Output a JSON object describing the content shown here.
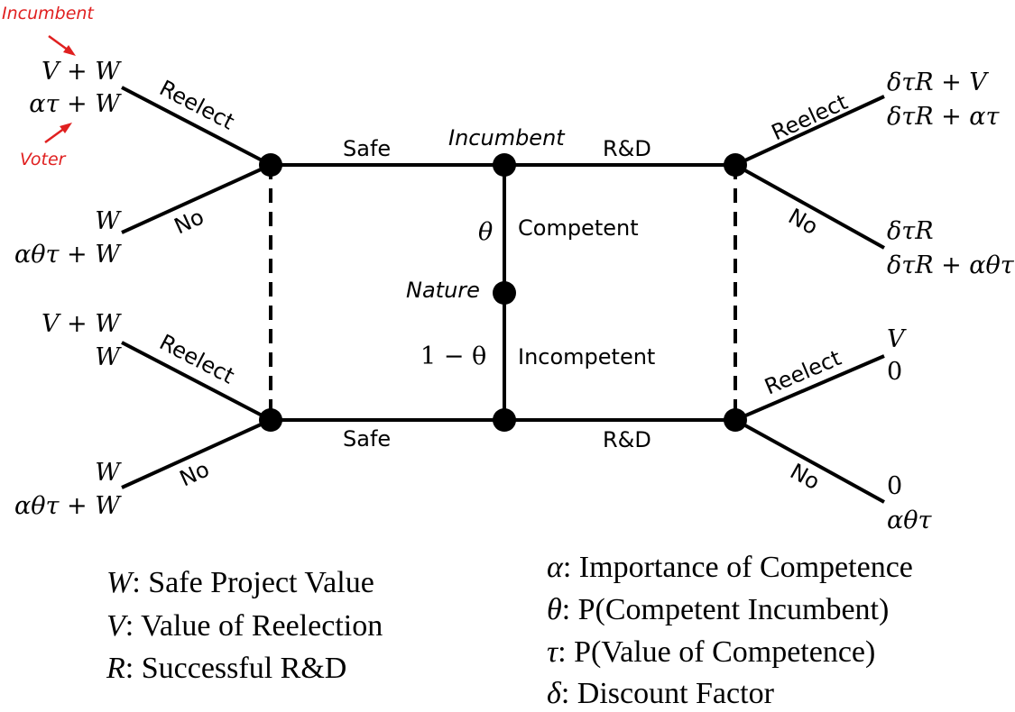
{
  "annotations": {
    "incumbent_note": "Incumbent",
    "voter_note": "Voter",
    "colors": {
      "annotation": "#e02020",
      "lines": "#000000"
    }
  },
  "nodes": {
    "incumbent": "Incumbent",
    "nature": "Nature"
  },
  "edges": {
    "safe_top": "Safe",
    "rd_top": "R&D",
    "safe_bottom": "Safe",
    "reelect_tl": "Reelect",
    "no_tl": "No",
    "reelect_bl": "Reelect",
    "no_bl": "No",
    "reelect_tr": "Reelect",
    "no_tr": "No",
    "reelect_br": "Reelect",
    "no_br": "No",
    "rd_bottom": "R&D",
    "competent": "Competent",
    "incompetent": "Incompetent",
    "theta": "θ",
    "one_minus_theta": "1 − θ"
  },
  "payoffs": {
    "tl_reelect_1": "V + W",
    "tl_reelect_2": "ατ + W",
    "tl_no_1": "W",
    "tl_no_2": "αθτ + W",
    "bl_reelect_1": "V + W",
    "bl_reelect_2": "W",
    "bl_no_1": "W",
    "bl_no_2": "αθτ + W",
    "tr_reelect_1": "δτR + V",
    "tr_reelect_2": "δτR + ατ",
    "tr_no_1": "δτR",
    "tr_no_2": "δτR + αθτ",
    "br_reelect_1": "V",
    "br_reelect_2": "0",
    "br_no_1": "0",
    "br_no_2": "αθτ"
  },
  "legend_left": [
    {
      "symbol": "W",
      "text": ": Safe Project Value"
    },
    {
      "symbol": "V",
      "text": ": Value of Reelection"
    },
    {
      "symbol": "R",
      "text": ": Successful R&D"
    }
  ],
  "legend_right": [
    {
      "symbol": "α",
      "text": ": Importance of Competence"
    },
    {
      "symbol": "θ",
      "text": ": P(Competent Incumbent)"
    },
    {
      "symbol": "τ",
      "text": ": P(Value of Competence)"
    },
    {
      "symbol": "δ",
      "text": ": Discount Factor"
    }
  ]
}
